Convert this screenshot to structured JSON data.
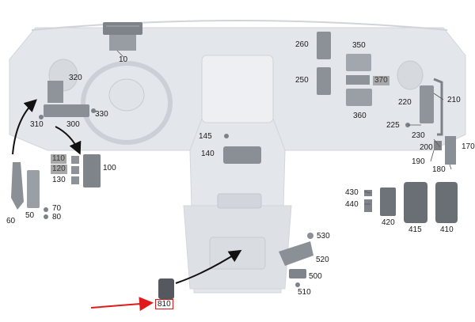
{
  "diagram": {
    "highlight_color": "#e01a1a",
    "dashboard_color": "#e3e6eb",
    "parts": {
      "p10": "10",
      "p60": "60",
      "p50": "50",
      "p70": "70",
      "p80": "80",
      "p100": "100",
      "p110": "110",
      "p120": "120",
      "p130": "130",
      "p140": "140",
      "p145": "145",
      "p170": "170",
      "p180": "180",
      "p190": "190",
      "p200": "200",
      "p210": "210",
      "p220": "220",
      "p225": "225",
      "p230": "230",
      "p250": "250",
      "p260": "260",
      "p300": "300",
      "p310": "310",
      "p320": "320",
      "p330": "330",
      "p350": "350",
      "p360": "360",
      "p370": "370",
      "p410": "410",
      "p415": "415",
      "p420": "420",
      "p430": "430",
      "p440": "440",
      "p500": "500",
      "p510": "510",
      "p520": "520",
      "p530": "530",
      "p810": "810"
    }
  }
}
